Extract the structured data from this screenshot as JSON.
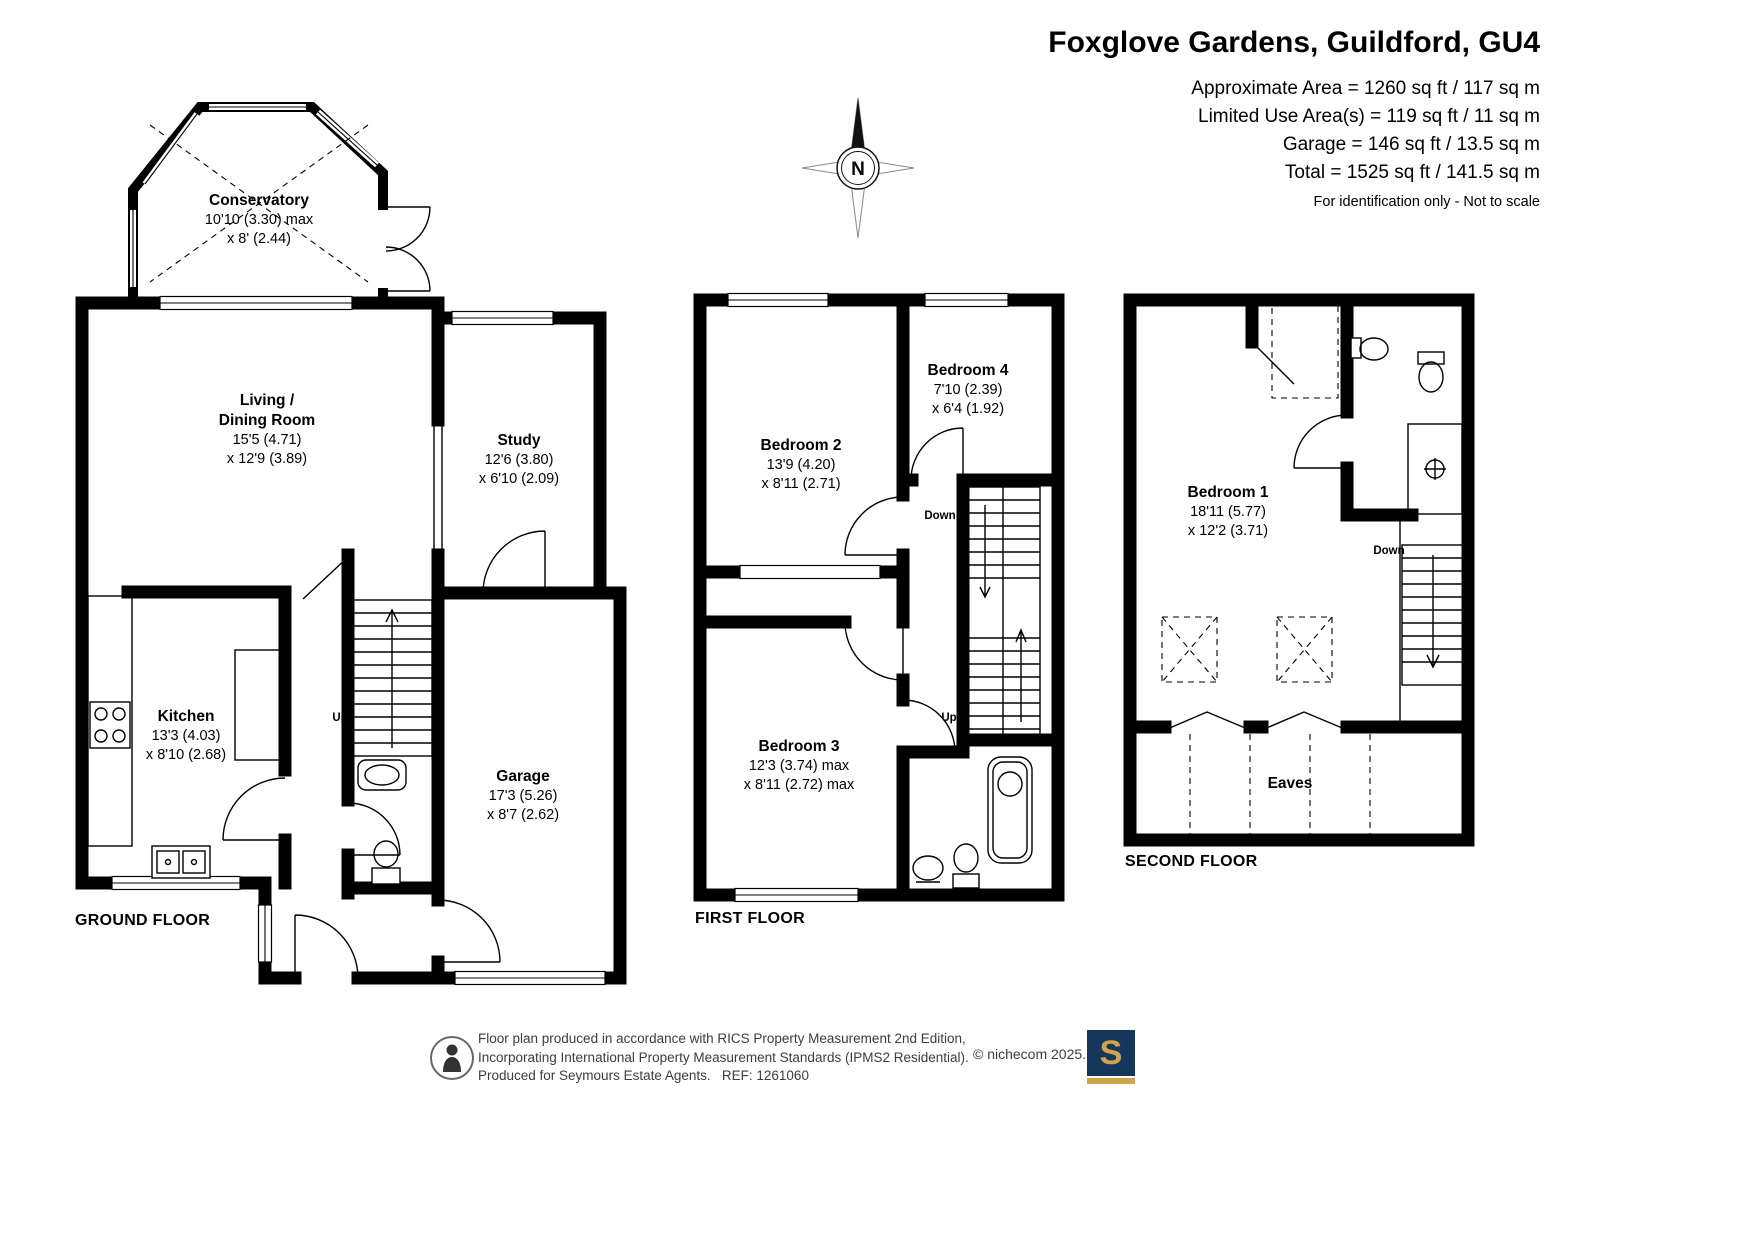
{
  "header": {
    "title": "Foxglove Gardens, Guildford, GU4",
    "approx_area": "Approximate Area = 1260 sq ft / 117 sq m",
    "limited_use": "Limited Use Area(s) = 119 sq ft / 11 sq m",
    "garage": "Garage = 146 sq ft / 13.5 sq m",
    "total": "Total = 1525 sq ft / 141.5 sq m",
    "disclaimer": "For identification only - Not to scale"
  },
  "compass": {
    "label": "N"
  },
  "floors": {
    "ground": {
      "title": "GROUND FLOOR",
      "stair_up": "Up",
      "rooms": {
        "conservatory": {
          "name": "Conservatory",
          "dim1": "10'10 (3.30) max",
          "dim2": "x 8' (2.44)"
        },
        "living": {
          "name": "Living /",
          "name2": "Dining Room",
          "dim1": "15'5 (4.71)",
          "dim2": "x 12'9 (3.89)"
        },
        "study": {
          "name": "Study",
          "dim1": "12'6 (3.80)",
          "dim2": "x 6'10 (2.09)"
        },
        "kitchen": {
          "name": "Kitchen",
          "dim1": "13'3 (4.03)",
          "dim2": "x 8'10 (2.68)"
        },
        "garage": {
          "name": "Garage",
          "dim1": "17'3 (5.26)",
          "dim2": "x 8'7 (2.62)"
        }
      }
    },
    "first": {
      "title": "FIRST FLOOR",
      "stair_down": "Down",
      "stair_up": "Up",
      "rooms": {
        "bedroom2": {
          "name": "Bedroom 2",
          "dim1": "13'9 (4.20)",
          "dim2": "x 8'11 (2.71)"
        },
        "bedroom4": {
          "name": "Bedroom 4",
          "dim1": "7'10 (2.39)",
          "dim2": "x 6'4 (1.92)"
        },
        "bedroom3": {
          "name": "Bedroom 3",
          "dim1": "12'3 (3.74) max",
          "dim2": "x 8'11 (2.72)  max"
        }
      }
    },
    "second": {
      "title": "SECOND FLOOR",
      "stair_down": "Down",
      "rooms": {
        "bedroom1": {
          "name": "Bedroom 1",
          "dim1": "18'11 (5.77)",
          "dim2": "x 12'2 (3.71)"
        },
        "eaves": {
          "name": "Eaves"
        }
      }
    }
  },
  "footer": {
    "line1": "Floor plan produced in accordance with RICS Property Measurement 2nd Edition,",
    "line2": "Incorporating International Property Measurement Standards (IPMS2 Residential).",
    "line3": "Produced for Seymours Estate Agents.",
    "ref": "REF: 1261060",
    "copyright": "© nichecom 2025.",
    "logo_letter": "S"
  },
  "colors": {
    "wall": "#000000",
    "logo_navy": "#16365c",
    "logo_gold": "#cfa54b"
  }
}
